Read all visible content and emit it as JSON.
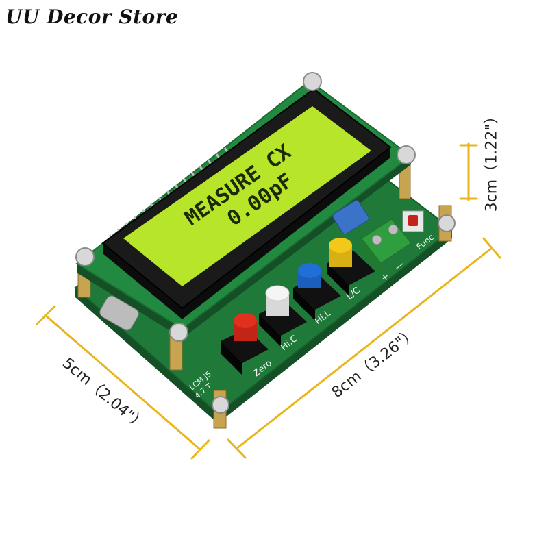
{
  "store": {
    "name": "UU Decor Store"
  },
  "lcd": {
    "line1": "MEASURE CX",
    "line2": "0.00pF"
  },
  "buttons": {
    "zero": "Zero",
    "hic": "Hi.C",
    "hil": "Hi.L",
    "lc": "L/C",
    "func": "Func"
  },
  "terminal": {
    "plus": "+",
    "minus": "—"
  },
  "silkscreen": {
    "model": "LCM J5",
    "sub": "4.7 T"
  },
  "dimensions": {
    "length": "8cm（3.26\"）",
    "width": "5cm（2.04\"）",
    "height": "3cm（1.22\"）"
  },
  "colors": {
    "pcb": "#1f7a3a",
    "lcd_screen": "#b6e52a",
    "dimension_line": "#e8b61c",
    "button_red": "#e0301e",
    "button_white": "#f2f2f2",
    "button_blue": "#1f6fd6",
    "button_yellow": "#f2c81a",
    "terminal_green": "#2e9e3e"
  }
}
